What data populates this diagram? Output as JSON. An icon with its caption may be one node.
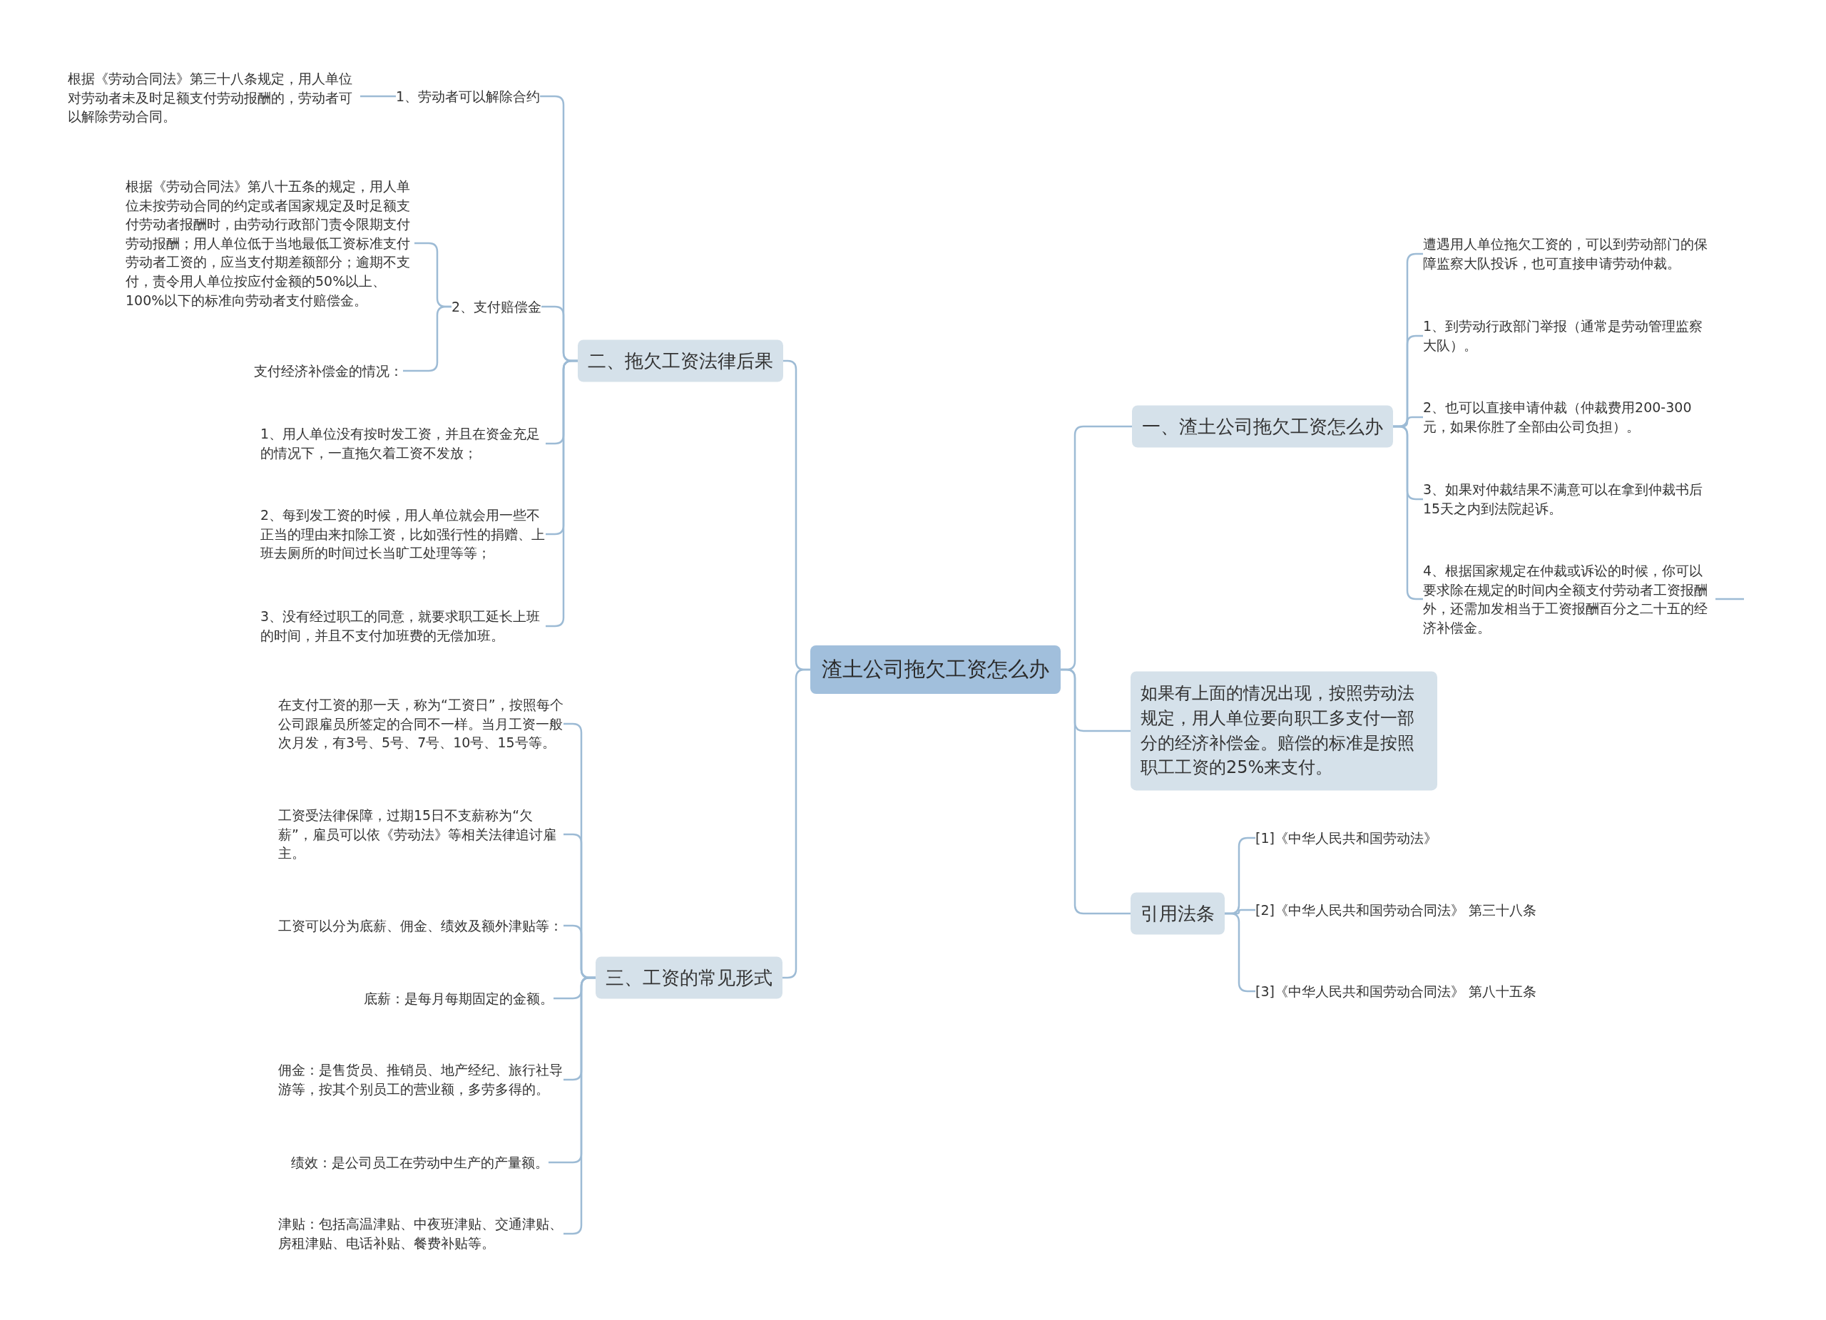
{
  "diagram": {
    "nodes": [
      {
        "text": [
          "渣土公司拖欠工资怎么办"
        ]
      },
      {
        "text": [
          "二、拖欠工资法律后果"
        ]
      },
      {
        "text": [
          "1、劳动者可以解除合约"
        ]
      },
      {
        "text": [
          "根据《劳动合同法》第三十八条规定，用人单位对劳动者未及时足额支付劳动报酬的，劳动者可以解除劳动合同。"
        ]
      },
      {
        "text": [
          "2、支付赔偿金"
        ]
      },
      {
        "text": [
          "根据《劳动合同法》第八十五条的规定，用人单位未按劳动合同的约定或者国家规定及时足额支付劳动者报酬时，由劳动行政部门责令限期支付劳动报酬；用人单位低于当地最低工资标准支付劳动者工资的，应当支付期差额部分；逾期不支付，责令用人单位按应付金额的50%以上、100%以下的标准向劳动者支付赔偿金。"
        ]
      },
      {
        "text": [
          "支付经济补偿金的情况："
        ]
      },
      {
        "text": [
          "1、用人单位没有按时发工资，并且在资金充足的情况下，一直拖欠着工资不发放；"
        ]
      },
      {
        "text": [
          "2、每到发工资的时候，用人单位就会用一些不正当的理由来扣除工资，比如强行性的捐赠、上班去厕所的时间过长当旷工处理等等；"
        ]
      },
      {
        "text": [
          "3、没有经过职工的同意，就要求职工延长上班的时间，并且不支付加班费的无偿加班。"
        ]
      },
      {
        "text": [
          "三、工资的常见形式"
        ]
      },
      {
        "text": [
          "在支付工资的那一天，称为“工资日”，按照每个公司跟雇员所签定的合同不一样。当月工资一般次月发，有3号、5号、7号、10号、15号等。"
        ]
      },
      {
        "text": [
          "工资受法律保障，过期15日不支薪称为“欠薪”，雇员可以依《劳动法》等相关法律追讨雇主。"
        ]
      },
      {
        "text": [
          "工资可以分为底薪、佣金、绩效及额外津贴等："
        ]
      },
      {
        "text": [
          "底薪：是每月每期固定的金额。"
        ]
      },
      {
        "text": [
          "佣金：是售货员、推销员、地产经纪、旅行社导游等，按其个别员工的营业额，多劳多得的。"
        ]
      },
      {
        "text": [
          "绩效：是公司员工在劳动中生产的产量额。"
        ]
      },
      {
        "text": [
          "津贴：包括高温津贴、中夜班津贴、交通津贴、房租津贴、电话补贴、餐费补贴等。"
        ]
      },
      {
        "text": [
          "一、渣土公司拖欠工资怎么办"
        ]
      },
      {
        "text": [
          "遭遇用人单位拖欠工资的，可以到劳动部门的保障监察大队投诉，也可直接申请劳动仲裁。"
        ]
      },
      {
        "text": [
          "1、到劳动行政部门举报（通常是劳动管理监察大队）。"
        ]
      },
      {
        "text": [
          "2、也可以直接申请仲裁（仲裁费用200-300元，如果你胜了全部由公司负担）。"
        ]
      },
      {
        "text": [
          "3、如果对仲裁结果不满意可以在拿到仲裁书后15天之内到法院起诉。"
        ]
      },
      {
        "text": [
          "4、根据国家规定在仲裁或诉讼的时候，你可以要求除在规定的时间内全额支付劳动者工资报酬外，还需加发相当于工资报酬百分之二十五的经济补偿金。"
        ]
      },
      {
        "text": [
          "如果有上面的情况出现，按照劳动法规定，用人单位要向职工多支付一部分的经济补偿金。赔偿的标准是按照职工工资的25%来支付。"
        ]
      },
      {
        "text": [
          "引用法条"
        ]
      },
      {
        "text": [
          "[1]《中华人民共和国劳动法》"
        ]
      },
      {
        "text": [
          "[2]《中华人民共和国劳动合同法》 第三十八条"
        ]
      },
      {
        "text": [
          "[3]《中华人民共和国劳动合同法》 第八十五条"
        ]
      }
    ],
    "edges": [
      {
        "from": 0,
        "to": 1,
        "arrow": "none"
      },
      {
        "from": 1,
        "to": 2,
        "arrow": "none"
      },
      {
        "from": 2,
        "to": 3,
        "arrow": "none"
      },
      {
        "from": 1,
        "to": 4,
        "arrow": "none"
      },
      {
        "from": 4,
        "to": 5,
        "arrow": "none"
      },
      {
        "from": 4,
        "to": 6,
        "arrow": "none"
      },
      {
        "from": 1,
        "to": 7,
        "arrow": "none"
      },
      {
        "from": 1,
        "to": 8,
        "arrow": "none"
      },
      {
        "from": 1,
        "to": 9,
        "arrow": "none"
      },
      {
        "from": 0,
        "to": 10,
        "arrow": "none"
      },
      {
        "from": 10,
        "to": 11,
        "arrow": "none"
      },
      {
        "from": 10,
        "to": 12,
        "arrow": "none"
      },
      {
        "from": 10,
        "to": 13,
        "arrow": "none"
      },
      {
        "from": 10,
        "to": 14,
        "arrow": "none"
      },
      {
        "from": 10,
        "to": 15,
        "arrow": "none"
      },
      {
        "from": 10,
        "to": 16,
        "arrow": "none"
      },
      {
        "from": 10,
        "to": 17,
        "arrow": "none"
      },
      {
        "from": 0,
        "to": 18,
        "arrow": "none"
      },
      {
        "from": 18,
        "to": 19,
        "arrow": "none"
      },
      {
        "from": 18,
        "to": 20,
        "arrow": "none"
      },
      {
        "from": 18,
        "to": 21,
        "arrow": "none"
      },
      {
        "from": 18,
        "to": 22,
        "arrow": "none"
      },
      {
        "from": 18,
        "to": 23,
        "arrow": "none"
      },
      {
        "from": 23,
        "to": null,
        "arrow": "none"
      },
      {
        "from": 0,
        "to": 24,
        "arrow": "none"
      },
      {
        "from": 0,
        "to": 25,
        "arrow": "none"
      },
      {
        "from": 25,
        "to": 26,
        "arrow": "none"
      },
      {
        "from": 25,
        "to": 27,
        "arrow": "none"
      },
      {
        "from": 25,
        "to": 28,
        "arrow": "none"
      }
    ]
  }
}
